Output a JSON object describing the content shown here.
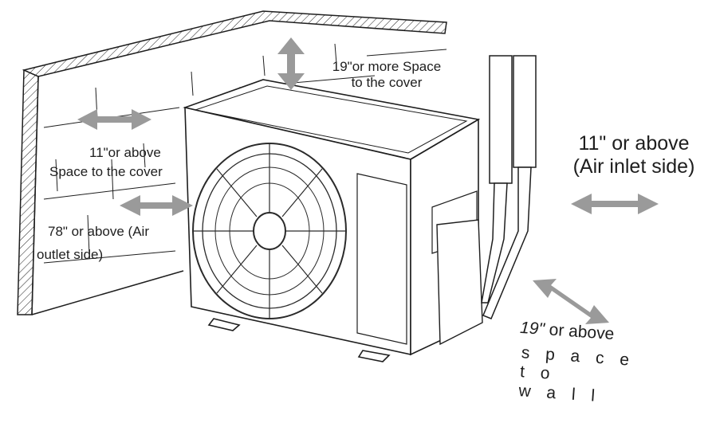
{
  "labels": {
    "top_cover_1": "19\"or more Space",
    "top_cover_2": "to the cover",
    "left_cover_1": "11\"or above",
    "left_cover_2": "Space to the cover",
    "outlet_1": "78\" or above (Air",
    "outlet_2": "outlet side)",
    "inlet_1": "11\" or above",
    "inlet_2": "(Air inlet side)",
    "front_num": "19\"",
    "front_rest": " or above",
    "front_l1": "s p a c e",
    "front_l2": "t o",
    "front_l3": "w a l l"
  },
  "colors": {
    "arrow": "#9a9a9a",
    "line": "#1e1e1e",
    "fan_grill": "#2a2a2a"
  }
}
